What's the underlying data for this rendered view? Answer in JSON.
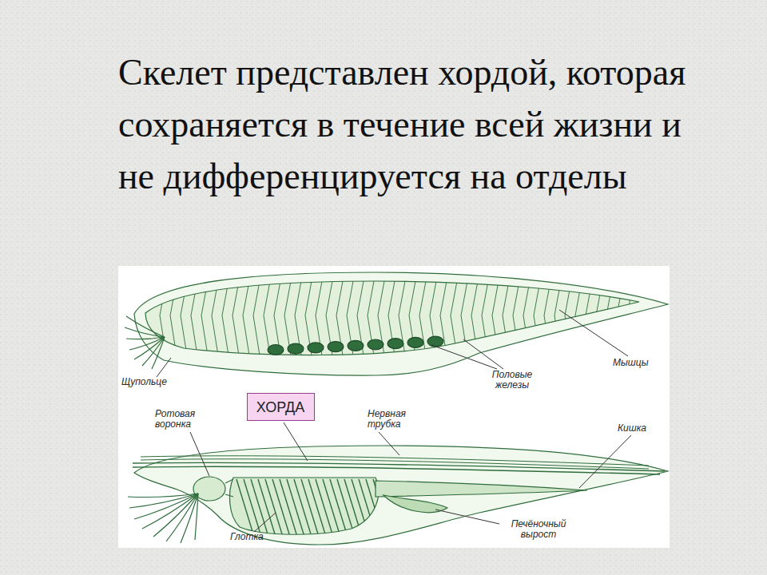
{
  "diagram": {
    "title": "Скелет представлен хордой, которая сохраняется в течение всей жизни и не дифференцируется на отделы",
    "nodes": [
      {
        "text": [
          "ХОРДА"
        ]
      }
    ],
    "labels": [
      "Щупольце",
      "Половые железы",
      "Мышцы",
      "Ротовая воронка",
      "Нервная трубка",
      "Кишка",
      "Глотка",
      "Печёночный вырост"
    ]
  }
}
